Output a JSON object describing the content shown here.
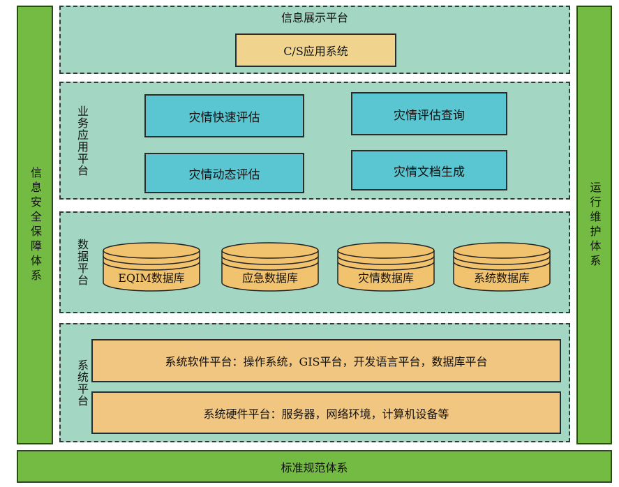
{
  "left_bar": {
    "label": "信息安全保障体系"
  },
  "right_bar": {
    "label": "运行维护体系"
  },
  "bottom_bar": {
    "label": "标准规范体系"
  },
  "display_platform": {
    "title": "信息展示平台",
    "box": "C/S应用系统"
  },
  "business_platform": {
    "label": "业务应用平台",
    "boxes": [
      "灾情快速评估",
      "灾情评估查询",
      "灾情动态评估",
      "灾情文档生成"
    ]
  },
  "data_platform": {
    "label": "数据平台",
    "databases": [
      "EQIM数据库",
      "应急数据库",
      "灾情数据库",
      "系统数据库"
    ]
  },
  "system_platform": {
    "label": "系统平台",
    "software": "系统软件平台：操作系统，GIS平台，开发语言平台，数据库平台",
    "hardware": "系统硬件平台：服务器，网络环境，计算机设备等"
  },
  "colors": {
    "green_bar": "#74bb43",
    "panel": "#a3d7c3",
    "teal_box": "#5ac6d1",
    "tan_box": "#f0d48d",
    "orange_box": "#f0c681",
    "database": "#f2c36f"
  }
}
